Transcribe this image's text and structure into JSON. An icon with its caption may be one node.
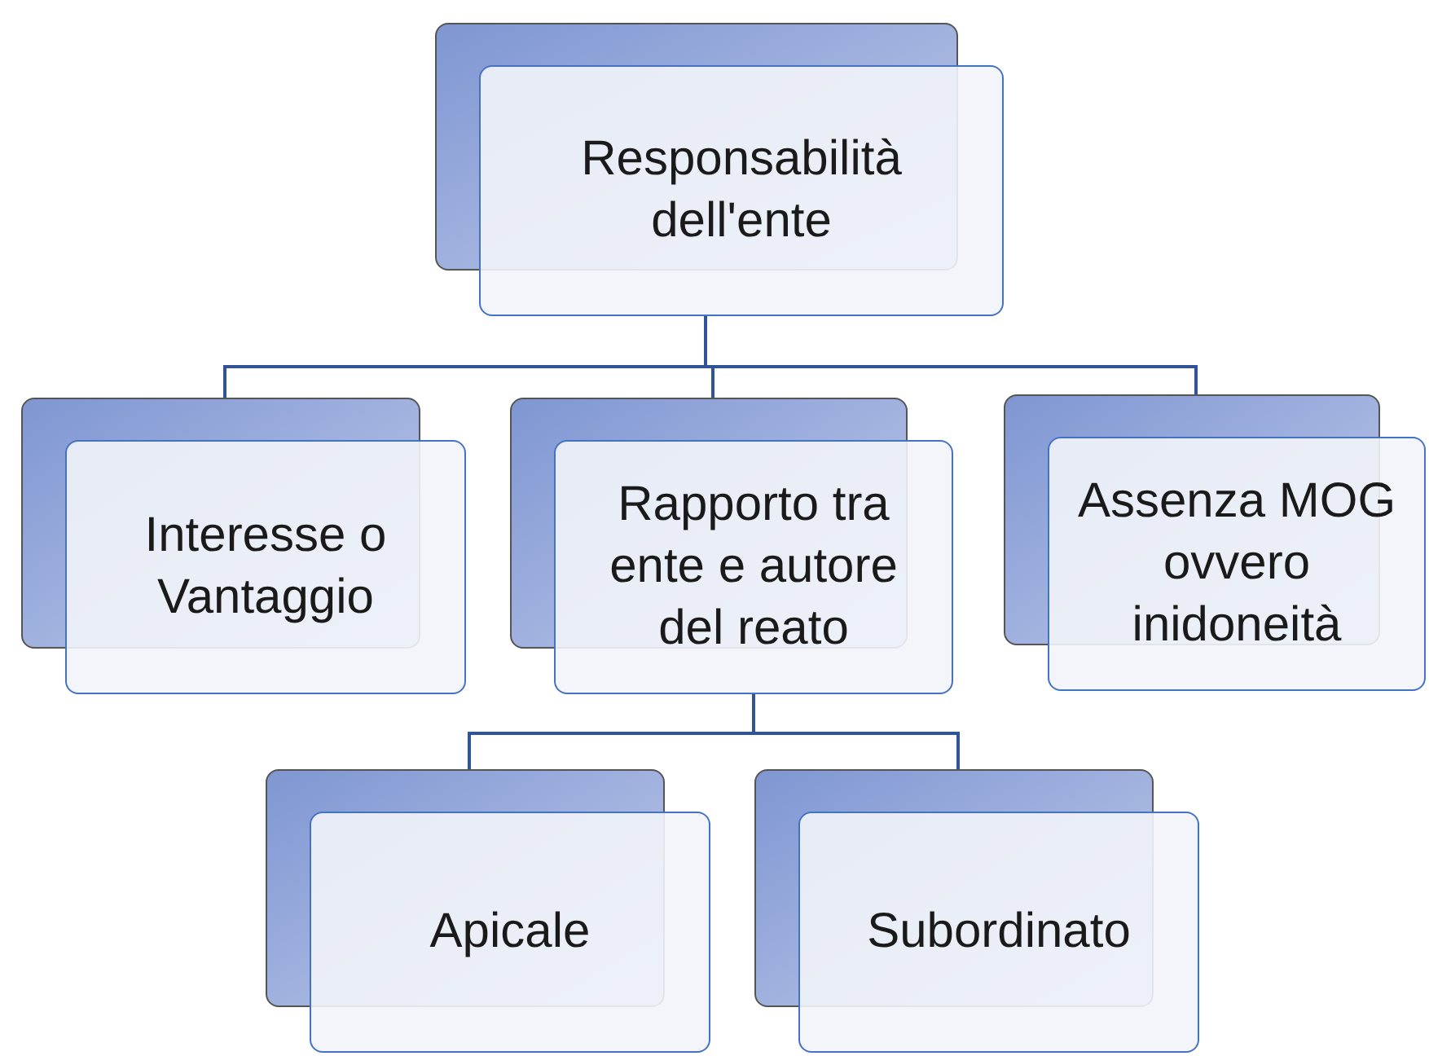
{
  "diagram": {
    "nodes": [
      {
        "text": [
          "Responsabilità dell'ente"
        ]
      },
      {
        "text": [
          "Interesse o Vantaggio"
        ]
      },
      {
        "text": [
          "Rapporto tra ente e autore del reato"
        ]
      },
      {
        "text": [
          "Assenza MOG ovvero inidoneità"
        ]
      },
      {
        "text": [
          "Apicale"
        ]
      },
      {
        "text": [
          "Subordinato"
        ]
      }
    ],
    "edges": [
      {
        "from": 0,
        "to": 1,
        "arrow": "none"
      },
      {
        "from": 0,
        "to": 2,
        "arrow": "none"
      },
      {
        "from": 0,
        "to": 3,
        "arrow": "none"
      },
      {
        "from": 2,
        "to": 4,
        "arrow": "none"
      },
      {
        "from": 2,
        "to": 5,
        "arrow": "none"
      }
    ]
  }
}
